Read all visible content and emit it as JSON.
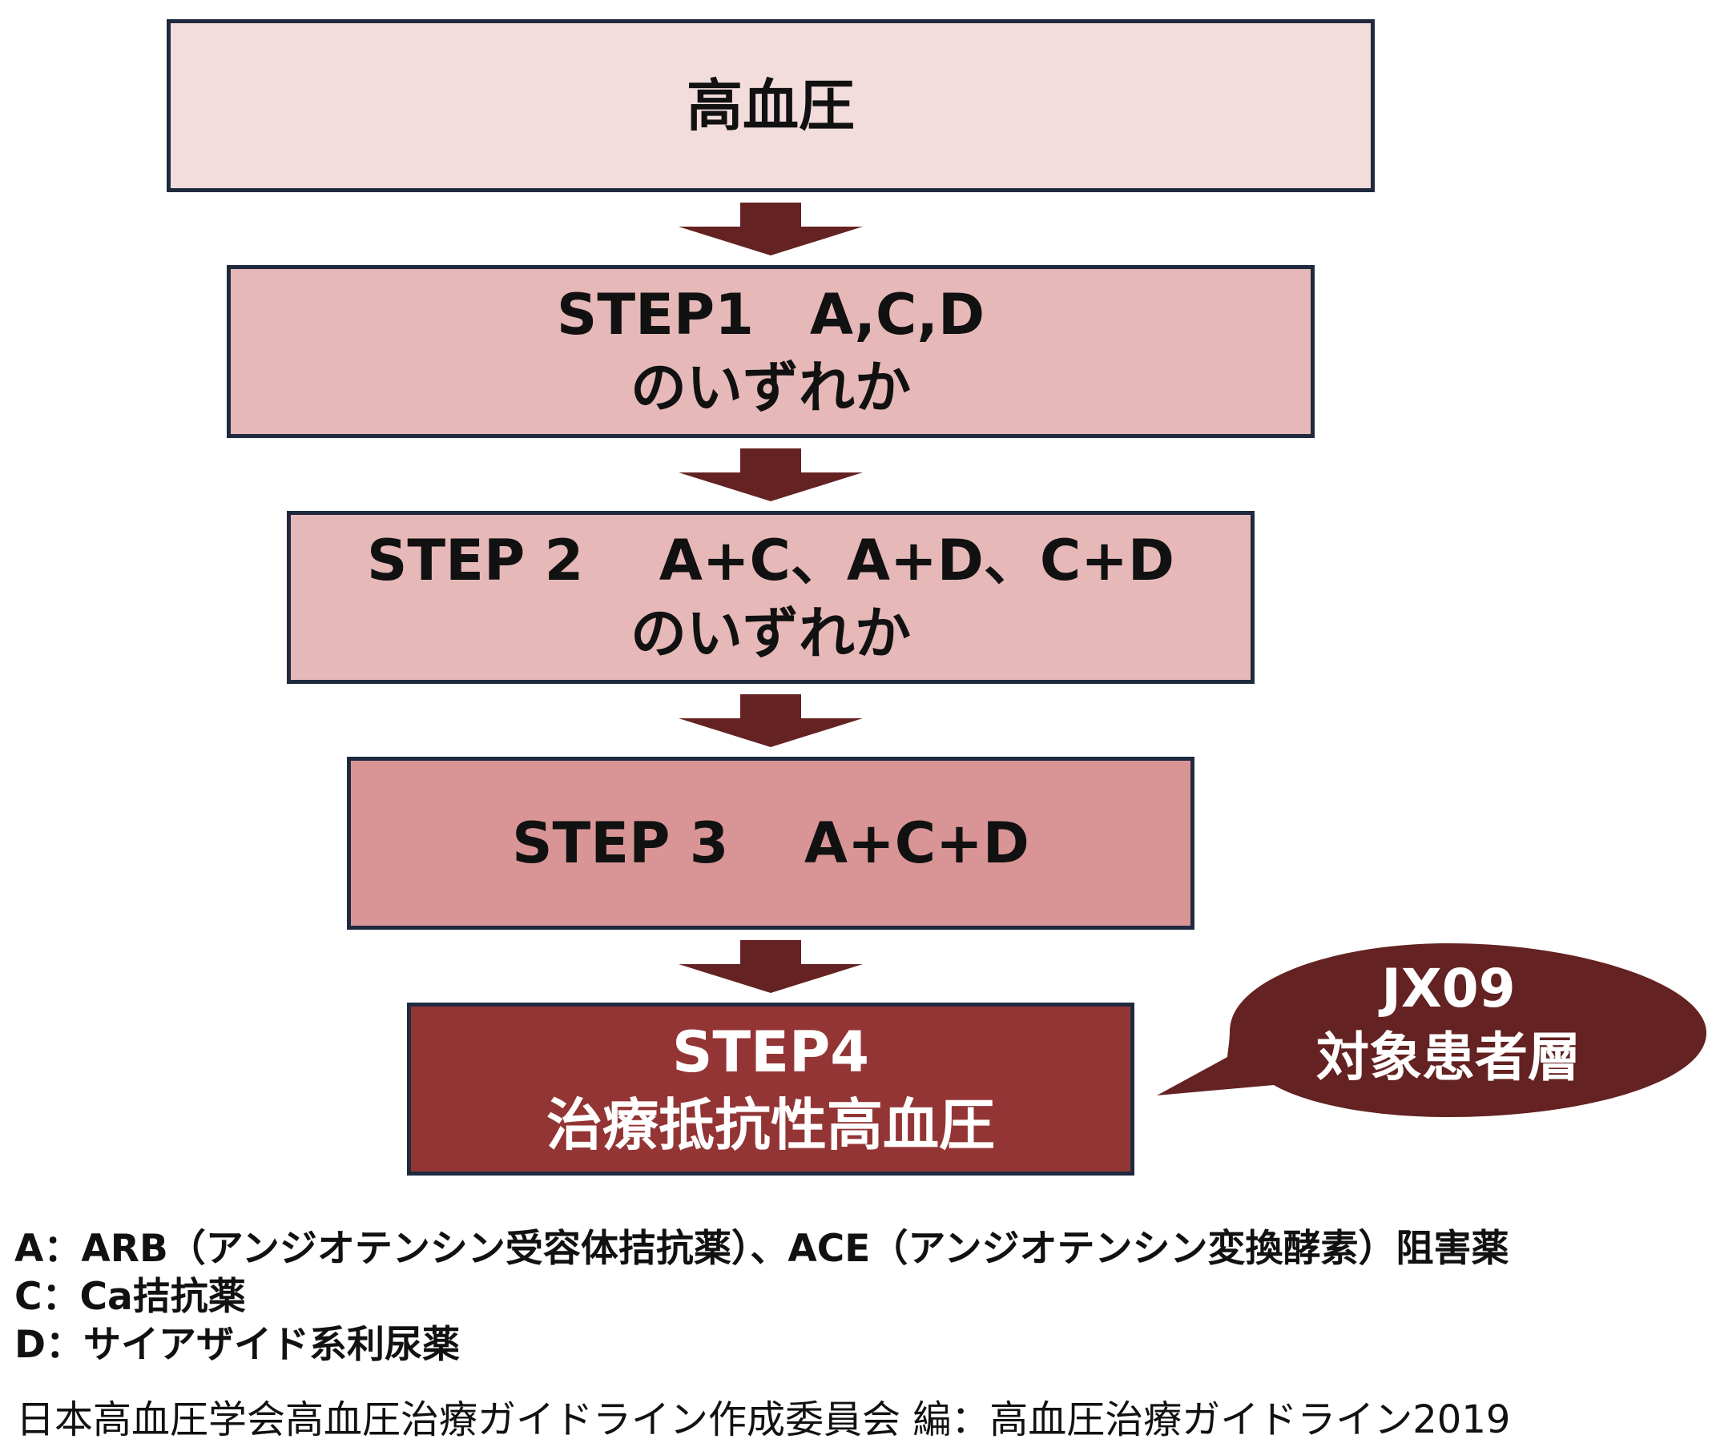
{
  "colors": {
    "border": "#1f2a3f",
    "top_box_fill": "#f2dcdc",
    "step1_fill": "#e6b8b8",
    "step2_fill": "#e6b8b8",
    "step3_fill": "#d99595",
    "step4_fill": "#943535",
    "arrow_fill": "#642222",
    "callout_fill": "#642222"
  },
  "flow": {
    "top": {
      "line1": "高血圧"
    },
    "step1": {
      "line1": "STEP1　A,C,D",
      "line2": "のいずれか"
    },
    "step2": {
      "line1": "STEP 2　 A+C、A+D、C+D",
      "line2": "のいずれか"
    },
    "step3": {
      "line1": "STEP 3　 A+C+D"
    },
    "step4": {
      "line1": "STEP4",
      "line2": "治療抵抗性高血圧"
    }
  },
  "arrows": [
    "down-arrow",
    "down-arrow",
    "down-arrow",
    "down-arrow"
  ],
  "callout": {
    "line1": "JX09",
    "line2": "対象患者層"
  },
  "legend": [
    "A：ARB（アンジオテンシン受容体拮抗薬）、ACE（アンジオテンシン変換酵素）阻害薬",
    "C：Ca拮抗薬",
    "D：サイアザイド系利尿薬"
  ],
  "source": "日本高血圧学会高血圧治療ガイドライン作成委員会 編：高血圧治療ガイドライン2019"
}
